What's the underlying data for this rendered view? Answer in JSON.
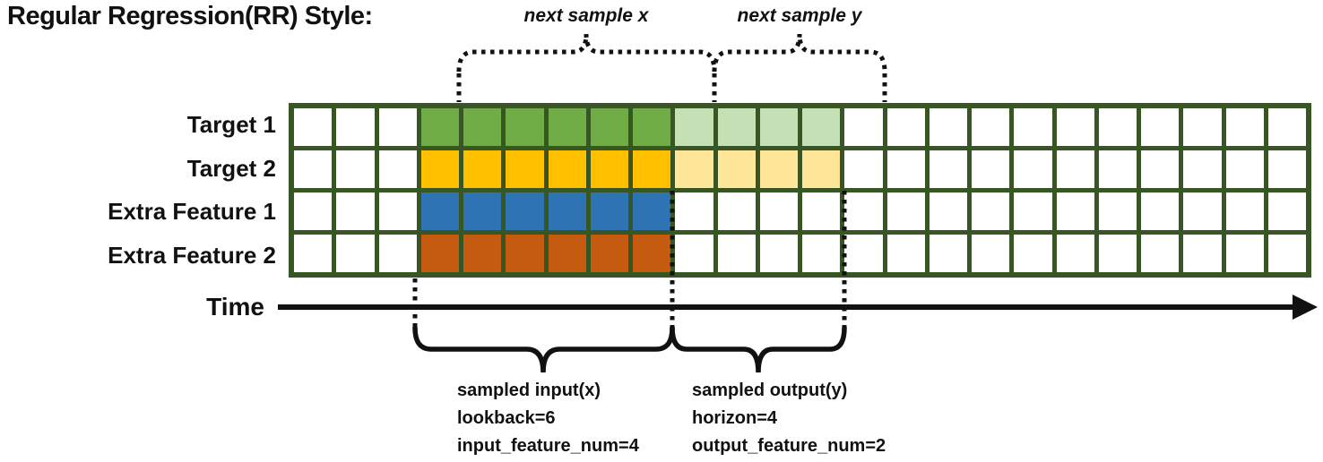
{
  "title": "Regular Regression(RR) Style:",
  "annotations": {
    "next_sample_x": "next sample x",
    "next_sample_y": "next sample y",
    "time_label": "Time"
  },
  "captions": {
    "input": [
      "sampled input(x)",
      "lookback=6",
      "input_feature_num=4"
    ],
    "output": [
      "sampled output(y)",
      "horizon=4",
      "output_feature_num=2"
    ]
  },
  "params": {
    "lookback": 6,
    "horizon": 4,
    "input_feature_num": 4,
    "output_feature_num": 2
  },
  "colors": {
    "grid_line": "#375623",
    "target1_input": "#70AD47",
    "target1_output": "#C5E0B4",
    "target2_input": "#FFC000",
    "target2_output": "#FFE699",
    "extra1_input": "#2E74B5",
    "extra2_input": "#C55A11",
    "ink": "#111111"
  },
  "grid": {
    "columns": 24,
    "rows": [
      {
        "label": "Target 1",
        "fills": [
          {
            "from_col": 4,
            "to_col": 9,
            "color": "#70AD47",
            "meaning": "sampled input(x)"
          },
          {
            "from_col": 10,
            "to_col": 13,
            "color": "#C5E0B4",
            "meaning": "sampled output(y)"
          }
        ]
      },
      {
        "label": "Target 2",
        "fills": [
          {
            "from_col": 4,
            "to_col": 9,
            "color": "#FFC000",
            "meaning": "sampled input(x)"
          },
          {
            "from_col": 10,
            "to_col": 13,
            "color": "#FFE699",
            "meaning": "sampled output(y)"
          }
        ]
      },
      {
        "label": "Extra Feature 1",
        "fills": [
          {
            "from_col": 4,
            "to_col": 9,
            "color": "#2E74B5",
            "meaning": "sampled input(x)"
          }
        ]
      },
      {
        "label": "Extra Feature 2",
        "fills": [
          {
            "from_col": 4,
            "to_col": 9,
            "color": "#C55A11",
            "meaning": "sampled input(x)"
          }
        ]
      }
    ]
  }
}
